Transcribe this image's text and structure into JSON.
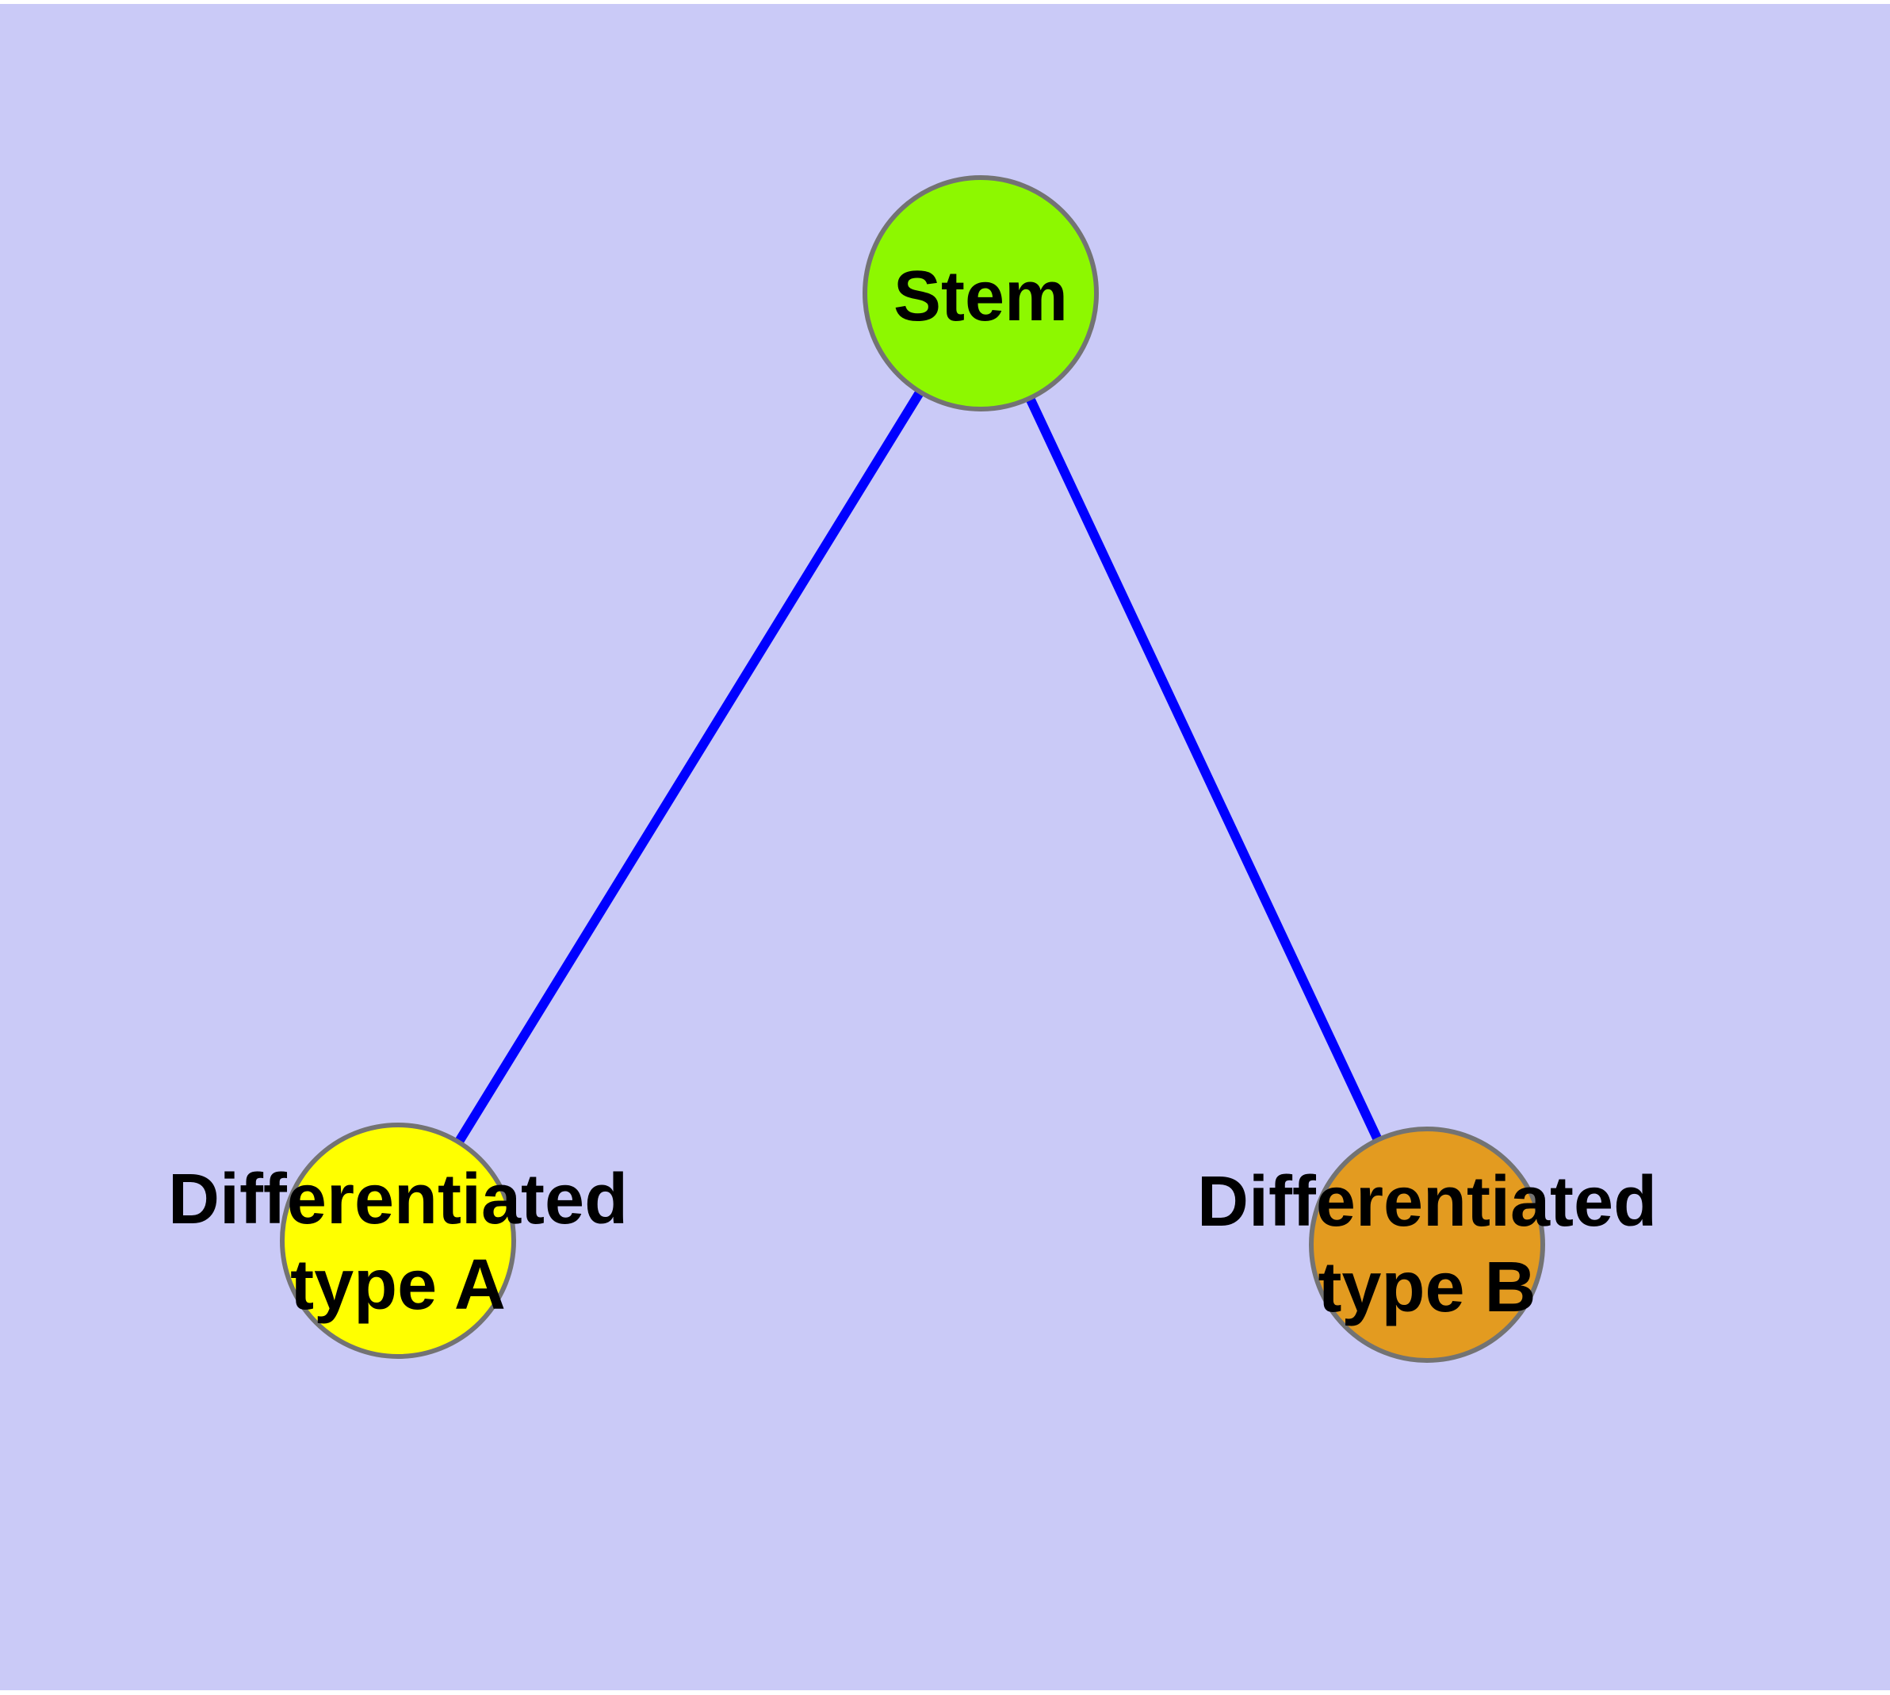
{
  "diagram": {
    "title": "",
    "background_color": "#CACAF7",
    "margin_color": "#FFFFFF",
    "edge_color": "#0000FF",
    "node_border_color": "#737373",
    "label_color": "#000000",
    "nodes": [
      {
        "id": "stem",
        "label": "Stem",
        "fill": "#8DF800"
      },
      {
        "id": "type-a",
        "label": "Differentiated\ntype A",
        "fill": "#FFFF00"
      },
      {
        "id": "type-b",
        "label": "Differentiated\ntype B",
        "fill": "#E39B20"
      }
    ],
    "edges": [
      {
        "from": "stem",
        "to": "type-a"
      },
      {
        "from": "stem",
        "to": "type-b"
      }
    ]
  }
}
